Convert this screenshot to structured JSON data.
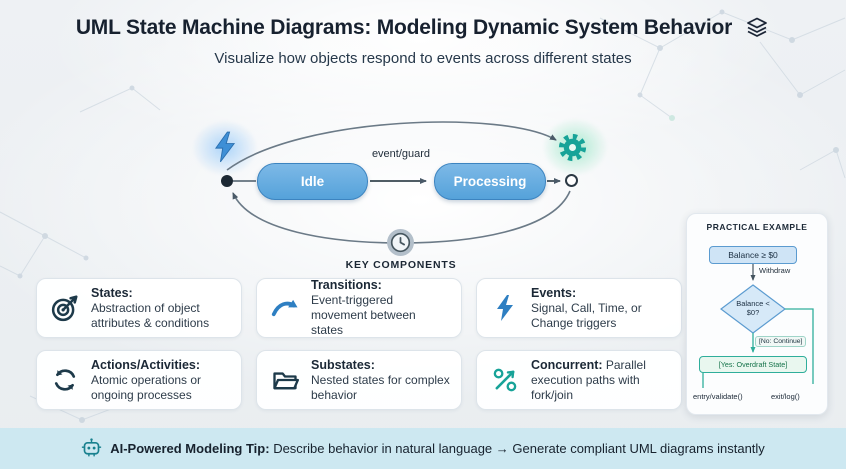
{
  "colors": {
    "title_text": "#17212f",
    "state_fill": "#61a9de",
    "state_border": "#3c84c0",
    "accent_blue": "#2e7fc2",
    "accent_teal": "#17a398",
    "connector_gray": "#5a6a78",
    "footer_bg": "#cde8f1",
    "card_bg": "#ffffff"
  },
  "header": {
    "title": "UML State Machine Diagrams: Modeling Dynamic System Behavior",
    "title_icon": "layers-icon",
    "subtitle": "Visualize how objects respond to events across different states"
  },
  "state_machine": {
    "icons": [
      "lightning-icon",
      "gear-icon",
      "clock-icon"
    ],
    "states": [
      {
        "label": "Idle"
      },
      {
        "label": "Processing"
      }
    ],
    "transition_label": "event/guard",
    "caption": "KEY COMPONENTS"
  },
  "cards": [
    {
      "icon": "target-icon",
      "title": "States:",
      "description": "Abstraction of object attributes & conditions"
    },
    {
      "icon": "transition-arrow-icon",
      "title": "Transitions:",
      "description": "Event-triggered movement between states"
    },
    {
      "icon": "lightning-icon",
      "title": "Events:",
      "description": "Signal, Call, Time, or Change triggers"
    },
    {
      "icon": "cycle-icon",
      "title": "Actions/Activities:",
      "description": "Atomic operations or ongoing processes"
    },
    {
      "icon": "folder-icon",
      "title": "Substates:",
      "description": "Nested states for complex behavior"
    },
    {
      "icon": "fork-join-icon",
      "title": "Concurrent:",
      "description": "Parallel execution paths with fork/join"
    }
  ],
  "example": {
    "title": "PRACTICAL EXAMPLE",
    "start_node": "Balance ≥ $0",
    "event": "Withdraw",
    "decision": "Balance < $0?",
    "no_label": "[No: Continue]",
    "yes_label": "[Yes: Overdraft State]",
    "entry": "entry/validate()",
    "exit": "exit/log()"
  },
  "footer": {
    "icon": "robot-icon",
    "bold": "AI-Powered Modeling Tip:",
    "text": "Describe behavior in natural language → Generate compliant UML diagrams instantly"
  }
}
